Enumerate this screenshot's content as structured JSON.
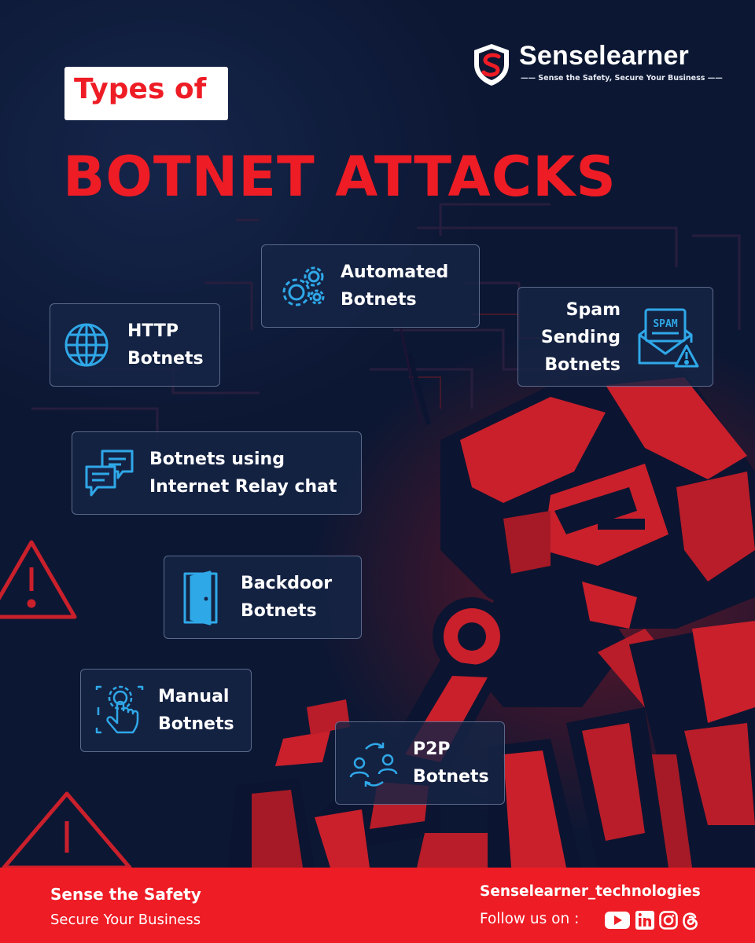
{
  "brand": {
    "name": "Senselearner",
    "tagline": "—— Sense the Safety, Secure Your Business ——"
  },
  "title": {
    "prefix": "Types of",
    "main": "BOTNET ATTACKS"
  },
  "cards": [
    {
      "id": "automated",
      "icon": "gears-icon",
      "lines": [
        "Automated",
        "Botnets"
      ]
    },
    {
      "id": "http",
      "icon": "globe-icon",
      "lines": [
        "HTTP",
        "Botnets"
      ]
    },
    {
      "id": "spam",
      "icon": "spam-envelope-icon",
      "lines": [
        "Spam",
        "Sending",
        "Botnets"
      ]
    },
    {
      "id": "irc",
      "icon": "chat-bubbles-icon",
      "lines": [
        "Botnets using",
        "Internet Relay chat"
      ]
    },
    {
      "id": "backdoor",
      "icon": "open-door-icon",
      "lines": [
        "Backdoor",
        "Botnets"
      ]
    },
    {
      "id": "manual",
      "icon": "hand-gear-icon",
      "lines": [
        "Manual",
        "Botnets"
      ]
    },
    {
      "id": "p2p",
      "icon": "peer-network-icon",
      "lines": [
        "P2P",
        "Botnets"
      ]
    }
  ],
  "icon_text": {
    "spam": "SPAM"
  },
  "footer": {
    "line1": "Sense the Safety",
    "line2": "Secure Your Business",
    "handle": "Senselearner_technologies",
    "follow": "Follow us on :",
    "social_icons": [
      "youtube-icon",
      "linkedin-icon",
      "instagram-icon",
      "threads-icon"
    ]
  },
  "colors": {
    "background": "#0c1733",
    "accent_red": "#ee1c25",
    "icon_blue": "#2fa8e8",
    "card_border": "#96a5c8"
  }
}
